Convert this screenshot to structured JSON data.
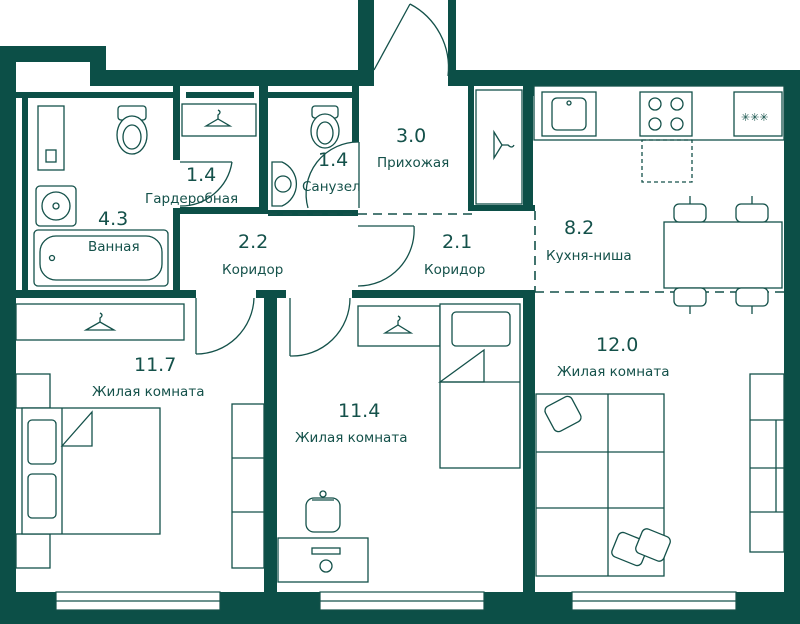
{
  "colors": {
    "wall": "#0c4f47",
    "line": "#14514a",
    "background": "#ffffff"
  },
  "rooms": [
    {
      "id": "bathroom",
      "area": "4.3",
      "name": "Ванная"
    },
    {
      "id": "wardrobe",
      "area": "1.4",
      "name": "Гардеробная"
    },
    {
      "id": "toilet",
      "area": "1.4",
      "name": "Санузел"
    },
    {
      "id": "hallway",
      "area": "3.0",
      "name": "Прихожая"
    },
    {
      "id": "corridor-left",
      "area": "2.2",
      "name": "Коридор"
    },
    {
      "id": "corridor-right",
      "area": "2.1",
      "name": "Коридор"
    },
    {
      "id": "kitchen",
      "area": "8.2",
      "name": "Кухня-ниша"
    },
    {
      "id": "living-left",
      "area": "11.7",
      "name": "Жилая комната"
    },
    {
      "id": "living-middle",
      "area": "11.4",
      "name": "Жилая комната"
    },
    {
      "id": "living-right",
      "area": "12.0",
      "name": "Жилая комната"
    }
  ],
  "icons": [
    "toilet-icon",
    "sink-icon",
    "bathtub-icon",
    "washing-machine-icon",
    "stove-icon",
    "hanger-icon",
    "bed-icon",
    "sofa-icon",
    "table-icon",
    "chair-icon",
    "desk-icon",
    "door-icon",
    "window-icon"
  ]
}
